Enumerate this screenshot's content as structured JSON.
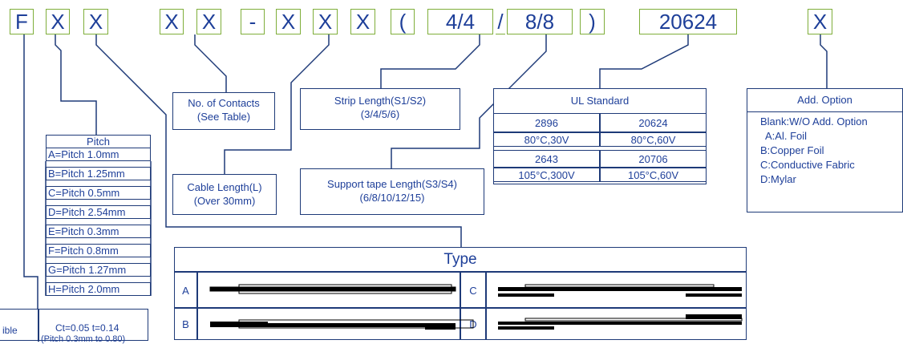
{
  "code": {
    "c1": "F",
    "c2": "X",
    "c3": "X",
    "c4": "X",
    "c5": "X",
    "dash": "-",
    "c6": "X",
    "c7": "X",
    "c8": "X",
    "lparen": "(",
    "strip": "4/4",
    "slash": "/",
    "support": "8/8",
    "rparen": ")",
    "ul": "20624",
    "opt": "X"
  },
  "contacts": {
    "l1": "No. of Contacts",
    "l2": "(See Table)"
  },
  "strip_box": {
    "l1": "Strip Length(S1/S2)",
    "l2": "(3/4/5/6)"
  },
  "cable_box": {
    "l1": "Cable Length(L)",
    "l2": "(Over 30mm)"
  },
  "support_box": {
    "l1": "Support tape Length(S3/S4)",
    "l2": "(6/8/10/12/15)"
  },
  "pitch": {
    "title": "Pitch",
    "rows": [
      "A=Pitch 1.0mm",
      "B=Pitch 1.25mm",
      "C=Pitch 0.5mm",
      "D=Pitch 2.54mm",
      "E=Pitch 0.3mm",
      "F=Pitch 0.8mm",
      "G=Pitch 1.27mm",
      "H=Pitch 2.0mm"
    ]
  },
  "ul_standard": {
    "title": "UL Standard",
    "cells": [
      {
        "a": "2896",
        "b": "80°C,30V"
      },
      {
        "a": "20624",
        "b": "80°C,60V"
      },
      {
        "a": "2643",
        "b": "105°C,300V"
      },
      {
        "a": "20706",
        "b": "105°C,60V"
      }
    ]
  },
  "add_option": {
    "title": "Add. Option",
    "lines": [
      "Blank:W/O Add. Option",
      "A:Al. Foil",
      "B:Copper Foil",
      "C:Conductive Fabric",
      "D:Mylar"
    ]
  },
  "type_table": {
    "title": "Type",
    "labels": [
      "A",
      "C",
      "B",
      "D"
    ]
  },
  "bottom_left": {
    "partial": "ible",
    "ct": "Ct=0.05 t=0.14",
    "cut": "(Pitch 0.3mm to 0.80)"
  }
}
